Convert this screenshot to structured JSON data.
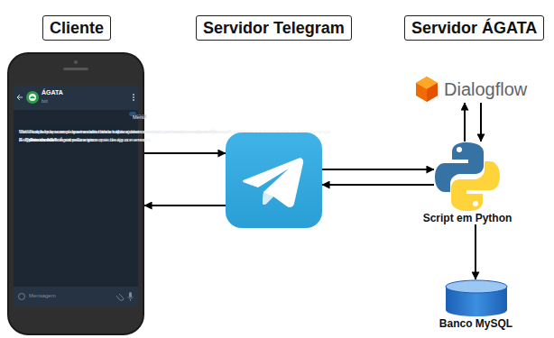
{
  "diagram": {
    "nodes": [
      {
        "text": [
          "Cliente"
        ]
      },
      {
        "text": [
          "Servidor Telegram"
        ]
      },
      {
        "text": [
          "Servidor ÁGATA"
        ]
      },
      {
        "text": [
          "ÁGATA",
          "bot",
          "Mensagem"
        ]
      },
      {
        "text": [
          "Menu",
          "12:06"
        ],
        "in": 3
      },
      {
        "text": [
          "Olá! Fico feliz que você queira saber mais sobre como contribuir com o meio ambiente 😊",
          "Você sabia que suas pequenas atitudes e hábitos dentro de casa podem fazer toda a diferença?",
          "Vamos aprender como desenvolver hábitos que ajudem a reduzir os impactos negativos ao meio ambiente e a importância da água e energia",
          "12:06"
        ],
        "in": 3
      },
      {
        "text": [
          "Escolha um número sobre um tema que deseje conversar",
          "1- Hábitos sustentáveis para a economia de água e energia",
          "2- Curiosidades",
          "3- Ações da AGA: Água e Energia",
          "4- Quem somos?",
          "12:06"
        ],
        "in": 3
      },
      {
        "text": []
      },
      {
        "text": [
          "Dialogflow"
        ]
      },
      {
        "text": [
          "Script em Python"
        ]
      },
      {
        "text": [
          "Banco MySQL"
        ]
      }
    ],
    "edges": [
      {
        "from": 3,
        "to": 7,
        "arrow": "to"
      },
      {
        "from": 7,
        "to": 3,
        "arrow": "to"
      },
      {
        "from": 7,
        "to": 9,
        "arrow": "to"
      },
      {
        "from": 9,
        "to": 7,
        "arrow": "to"
      },
      {
        "from": 9,
        "to": 8,
        "arrow": "to"
      },
      {
        "from": 8,
        "to": 9,
        "arrow": "to"
      },
      {
        "from": 9,
        "to": 10,
        "arrow": "to"
      }
    ]
  }
}
